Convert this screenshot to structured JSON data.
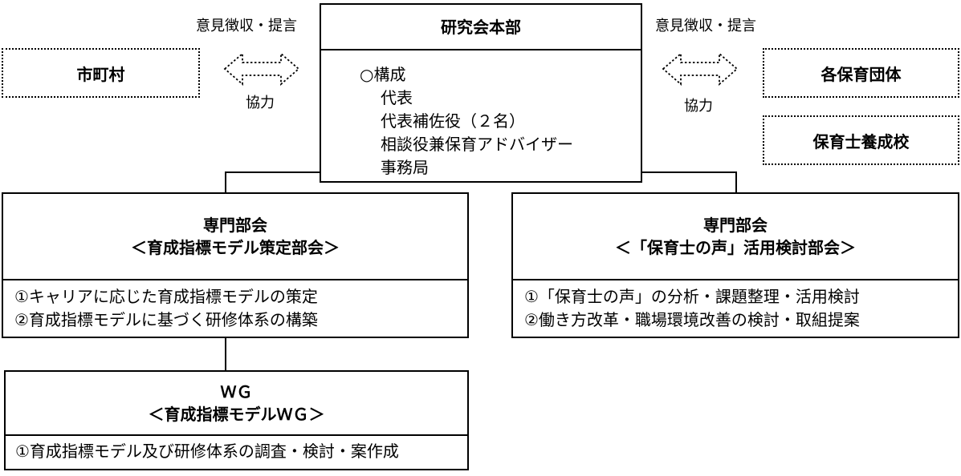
{
  "hq": {
    "title": "研究会本部",
    "items": [
      "○構成",
      "代表",
      "代表補佐役（２名）",
      "相談役兼保育アドバイザー",
      "事務局"
    ]
  },
  "left": {
    "top_label": "意見徴収・提言",
    "bottom_label": "協力",
    "boxes": [
      "市町村"
    ]
  },
  "right": {
    "top_label": "意見徴収・提言",
    "bottom_label": "協力",
    "boxes": [
      "各保育団体",
      "保育士養成校"
    ]
  },
  "committee1": {
    "line1": "専門部会",
    "line2": "＜育成指標モデル策定部会＞",
    "items": [
      "①キャリアに応じた育成指標モデルの策定",
      "②育成指標モデルに基づく研修体系の構築"
    ]
  },
  "committee2": {
    "line1": "専門部会",
    "line2": "＜「保育士の声」活用検討部会＞",
    "items": [
      "①「保育士の声」の分析・課題整理・活用検討",
      "②働き方改革・職場環境改善の検討・取組提案"
    ]
  },
  "wg": {
    "line1": "ＷＧ",
    "line2": "＜育成指標モデルＷＧ＞",
    "items": [
      "①育成指標モデル及び研修体系の調査・検討・案作成"
    ]
  }
}
